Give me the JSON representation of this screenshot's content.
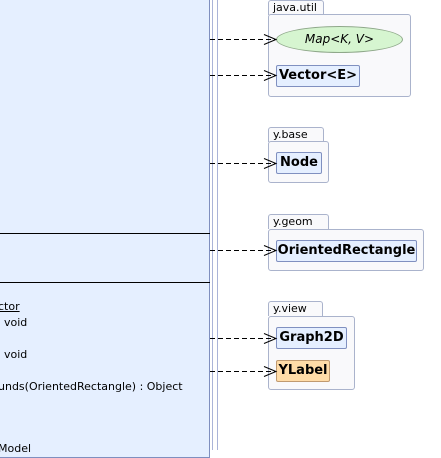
{
  "main_class": {
    "members": [
      {
        "text": "ctor",
        "underline": true
      },
      {
        "text": "void"
      },
      {
        "text": "void"
      },
      {
        "text": "unds(OrientedRectangle) : Object"
      },
      {
        "text": "Model"
      }
    ]
  },
  "packages": [
    {
      "name": "java.util",
      "items": [
        {
          "label": "Map<K, V>",
          "kind": "interface"
        },
        {
          "label": "Vector<E>",
          "kind": "class"
        }
      ]
    },
    {
      "name": "y.base",
      "items": [
        {
          "label": "Node",
          "kind": "class"
        }
      ]
    },
    {
      "name": "y.geom",
      "items": [
        {
          "label": "OrientedRectangle",
          "kind": "class"
        }
      ]
    },
    {
      "name": "y.view",
      "items": [
        {
          "label": "Graph2D",
          "kind": "class"
        },
        {
          "label": "YLabel",
          "kind": "class-highlight"
        }
      ]
    }
  ],
  "colors": {
    "class_fill": "#e5efff",
    "interface_fill": "#d6f5d0",
    "highlight_fill": "#ffdca8",
    "package_border": "#aab3cc"
  }
}
